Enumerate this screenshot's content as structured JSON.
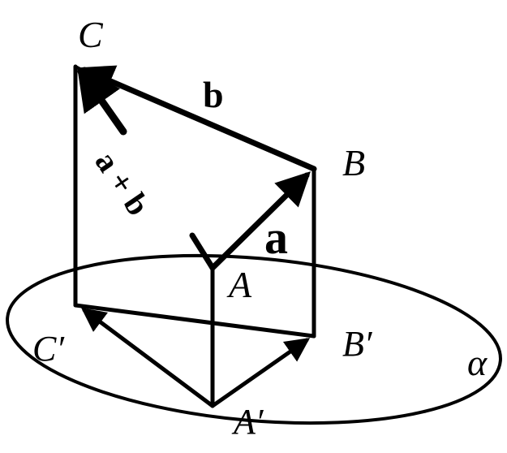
{
  "labels": {
    "C": "C",
    "B": "B",
    "A": "A",
    "C_prime": "C′",
    "B_prime": "B′",
    "A_prime": "A′",
    "alpha": "α"
  },
  "vectors": {
    "a": "a",
    "b": "b",
    "a_plus_b": "a + b"
  },
  "colors": {
    "ink": "#000000",
    "background": "#ffffff"
  }
}
